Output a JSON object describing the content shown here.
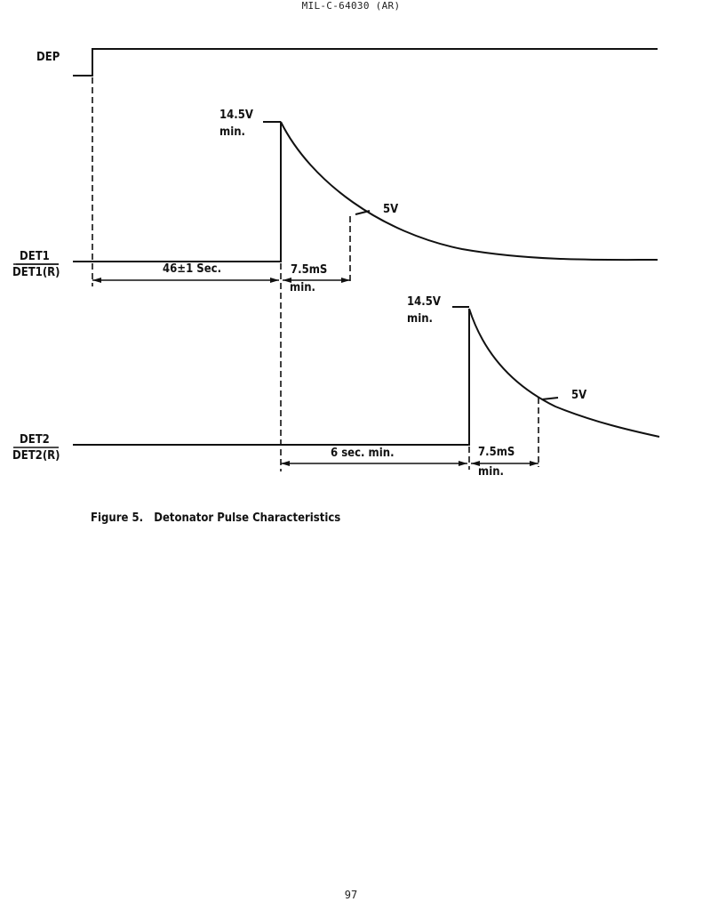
{
  "document": {
    "header": "MIL-C-64030 (AR)",
    "page_number": "97",
    "caption": "Figure 5.   Detonator Pulse Characteristics"
  },
  "diagram": {
    "signals": {
      "dep": "DEP",
      "det1": "DET1",
      "det1r": "DET1(R)",
      "det2": "DET2",
      "det2r": "DET2(R)"
    },
    "det1_pulse": {
      "peak_value": "14.5V",
      "peak_qualifier": "min.",
      "threshold": "5V",
      "delay": "46±1 Sec.",
      "pulse_width": "7.5mS",
      "pulse_width_qualifier": "min."
    },
    "det2_pulse": {
      "peak_value": "14.5V",
      "peak_qualifier": "min.",
      "threshold": "5V",
      "delay": "6 sec. min.",
      "pulse_width": "7.5mS",
      "pulse_width_qualifier": "min."
    }
  }
}
